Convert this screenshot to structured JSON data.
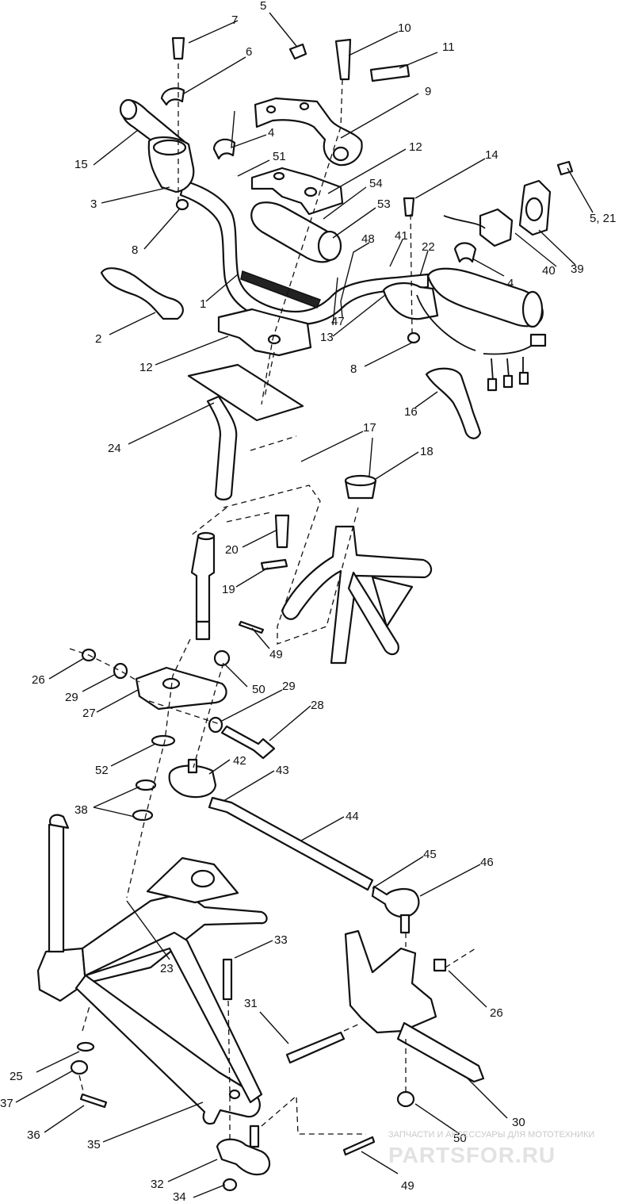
{
  "callouts": [
    {
      "id": "c5a",
      "label": "5"
    },
    {
      "id": "c7",
      "label": "7"
    },
    {
      "id": "c10",
      "label": "10"
    },
    {
      "id": "c6",
      "label": "6"
    },
    {
      "id": "c11",
      "label": "11"
    },
    {
      "id": "c9",
      "label": "9"
    },
    {
      "id": "c4a",
      "label": "4"
    },
    {
      "id": "c15",
      "label": "15"
    },
    {
      "id": "c51",
      "label": "51"
    },
    {
      "id": "c12a",
      "label": "12"
    },
    {
      "id": "c14",
      "label": "14"
    },
    {
      "id": "c521",
      "label": "5, 21"
    },
    {
      "id": "c3",
      "label": "3"
    },
    {
      "id": "c54",
      "label": "54"
    },
    {
      "id": "c53",
      "label": "53"
    },
    {
      "id": "c8a",
      "label": "8"
    },
    {
      "id": "c48",
      "label": "48"
    },
    {
      "id": "c41",
      "label": "41"
    },
    {
      "id": "c22",
      "label": "22"
    },
    {
      "id": "c40",
      "label": "40"
    },
    {
      "id": "c39",
      "label": "39"
    },
    {
      "id": "c4b",
      "label": "4"
    },
    {
      "id": "c1",
      "label": "1"
    },
    {
      "id": "c2",
      "label": "2"
    },
    {
      "id": "c47",
      "label": "47"
    },
    {
      "id": "c13",
      "label": "13"
    },
    {
      "id": "c12b",
      "label": "12"
    },
    {
      "id": "c8b",
      "label": "8"
    },
    {
      "id": "c16",
      "label": "16"
    },
    {
      "id": "c24",
      "label": "24"
    },
    {
      "id": "c17",
      "label": "17"
    },
    {
      "id": "c18",
      "label": "18"
    },
    {
      "id": "c20",
      "label": "20"
    },
    {
      "id": "c19",
      "label": "19"
    },
    {
      "id": "c49a",
      "label": "49"
    },
    {
      "id": "c26a",
      "label": "26"
    },
    {
      "id": "c29a",
      "label": "29"
    },
    {
      "id": "c50a",
      "label": "50"
    },
    {
      "id": "c29b",
      "label": "29"
    },
    {
      "id": "c27",
      "label": "27"
    },
    {
      "id": "c28",
      "label": "28"
    },
    {
      "id": "c52",
      "label": "52"
    },
    {
      "id": "c42",
      "label": "42"
    },
    {
      "id": "c43",
      "label": "43"
    },
    {
      "id": "c38",
      "label": "38"
    },
    {
      "id": "c44",
      "label": "44"
    },
    {
      "id": "c45",
      "label": "45"
    },
    {
      "id": "c46",
      "label": "46"
    },
    {
      "id": "c23",
      "label": "23"
    },
    {
      "id": "c33",
      "label": "33"
    },
    {
      "id": "c26b",
      "label": "26"
    },
    {
      "id": "c31",
      "label": "31"
    },
    {
      "id": "c25",
      "label": "25"
    },
    {
      "id": "c37",
      "label": "37"
    },
    {
      "id": "c36",
      "label": "36"
    },
    {
      "id": "c35",
      "label": "35"
    },
    {
      "id": "c30",
      "label": "30"
    },
    {
      "id": "c50b",
      "label": "50"
    },
    {
      "id": "c32",
      "label": "32"
    },
    {
      "id": "c34",
      "label": "34"
    },
    {
      "id": "c49b",
      "label": "49"
    }
  ],
  "watermark": {
    "caption": "ЗАПЧАСТИ И АКСЕССУАРЫ ДЛЯ МОТОТЕХНИКИ",
    "logo": "PARTSFOR.RU"
  }
}
